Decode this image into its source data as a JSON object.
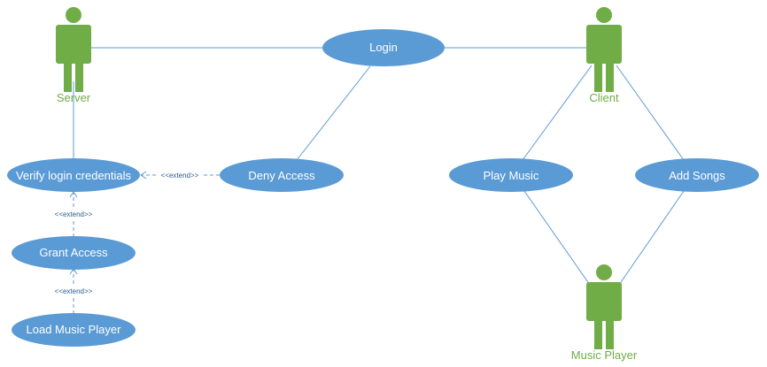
{
  "diagram": {
    "colors": {
      "use_case_fill": "#5b9bd5",
      "use_case_text": "#ffffff",
      "actor": "#70ad47",
      "line": "#5b9bd5",
      "relation_text": "#2e5c8a"
    },
    "actors": {
      "server": "Server",
      "client": "Client",
      "music_player": "Music Player"
    },
    "use_cases": {
      "login": "Login",
      "verify": "Verify login credentials",
      "deny": "Deny Access",
      "grant": "Grant Access",
      "load": "Load Music Player",
      "play": "Play Music",
      "add": "Add Songs"
    },
    "relations": {
      "deny_verify": "<<extend>>",
      "grant_verify": "<<extend>>",
      "load_grant": "<<extend>>"
    }
  }
}
